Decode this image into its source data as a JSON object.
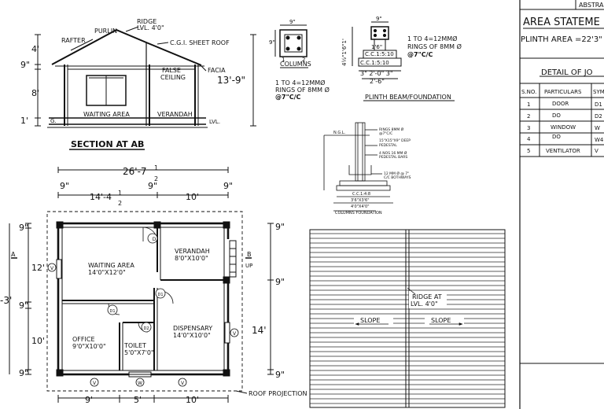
{
  "section": {
    "title": "SECTION AT AB",
    "labels": {
      "purlin": "PURLIN",
      "ridge": "RIDGE",
      "ridge_lvl": "LVL. 4'0\"",
      "rafter": "RAFTER",
      "cgi_roof": "C.G.I. SHEET ROOF",
      "false_ceiling_1": "FALSE",
      "false_ceiling_2": "CEILING",
      "facia": "FACIA",
      "waiting_area": "WAITING AREA",
      "verandah": "VERANDAH",
      "lvl": "LVL.",
      "ground": "G."
    },
    "dims": {
      "d4": "4'",
      "d9": "9\"",
      "d8": "8'",
      "d1": "1'",
      "d13_9": "13'-9\""
    }
  },
  "column_detail": {
    "title": "COLUMNS",
    "top_dim": "9\"",
    "side_dim": "9\"",
    "mark1": "1",
    "mark2": "2",
    "bars": "1 TO 4=12MMØ",
    "rings": "RINGS OF 8MM Ø",
    "spacing": "@7\"C/C"
  },
  "plinth_detail": {
    "title": "PLINTH BEAM/FOUNDATION",
    "top_dim": "9\"",
    "d1_6": "1'6\"",
    "cc1": "C.C.1:5:10",
    "cc2": "C.C.1:5:10",
    "left_dims": "4½\"1'6\"1'",
    "bot1": "3\"  2'-0\"  3\"",
    "bot2": "2'-6\"",
    "bars": "1 TO 4=12MMØ",
    "rings": "RINGS OF 8MM Ø",
    "spacing": "@7\"C/C"
  },
  "footing_detail": {
    "title": "COLUMNS FOUNDATION",
    "notes": [
      "RINGS 8MM Ø",
      "@7\"C/C",
      "15\"X15\"X9\" DEEP",
      "PEDESTAL",
      "4 NOS 16 MM Ø",
      "PEDESTAL BARS",
      "12 MM Ø @ 7\"",
      "C/C BOTHWAYS"
    ],
    "ngl": "N.G.L.",
    "cc": "C.C.1:4:8",
    "bot1": "3'6\"X3'6\"",
    "bot2": "4'0\"X4'0\""
  },
  "plan": {
    "top_dim_total_a": "26'-7",
    "top_dim_total_b": "1",
    "top_dim_total_c": "2",
    "top_left": "14'-4",
    "top_left_b": "1",
    "top_left_c": "2",
    "top_right": "10'",
    "top_9a": "9\"",
    "top_9b": "9\"",
    "top_9c": "9\"",
    "rooms": [
      {
        "name": "WAITING AREA",
        "size": "14'0\"X12'0\""
      },
      {
        "name": "VERANDAH",
        "size": "8'0\"X10'0\""
      },
      {
        "name": "OFFICE",
        "size": "9'0\"X10'0\""
      },
      {
        "name": "TOILET",
        "size": "5'0\"X7'0\""
      },
      {
        "name": "DISPENSARY",
        "size": "14'0\"X10'0\""
      }
    ],
    "left_dims": [
      "9\"",
      "12'",
      "9\"",
      "10'",
      "9\""
    ],
    "left_total": "-3'",
    "right_dims": [
      "9\"",
      "9\"",
      "14'",
      "9\""
    ],
    "bottom_dims": [
      "9'",
      "5'",
      "10'"
    ],
    "up": "UP",
    "section_a": "A",
    "section_b": "B",
    "roof_projection": "ROOF PROJECTION",
    "marks": {
      "d": "D",
      "d1": "D1",
      "d2": "D2",
      "v": "V",
      "w": "W"
    }
  },
  "roof_plan": {
    "ridge_1": "RIDGE AT",
    "ridge_2": "LVL. 4'0\"",
    "slope_left": "SLOPE",
    "slope_right": "SLOPE"
  },
  "area_statement": {
    "title": "AREA STATEME",
    "plinth_area": "PLINTH AREA =22'3\"",
    "top_fragment": "ABSTRA"
  },
  "joinery_table": {
    "title": "DETAIL OF JO",
    "headers": [
      "S.NO.",
      "PARTICULARS",
      "SYM"
    ],
    "rows": [
      [
        "1",
        "DOOR",
        "D1"
      ],
      [
        "2",
        "DO",
        "D2"
      ],
      [
        "3",
        "WINDOW",
        "W"
      ],
      [
        "4",
        "DO",
        "W4"
      ],
      [
        "5",
        "VENTILATOR",
        "V"
      ]
    ]
  }
}
